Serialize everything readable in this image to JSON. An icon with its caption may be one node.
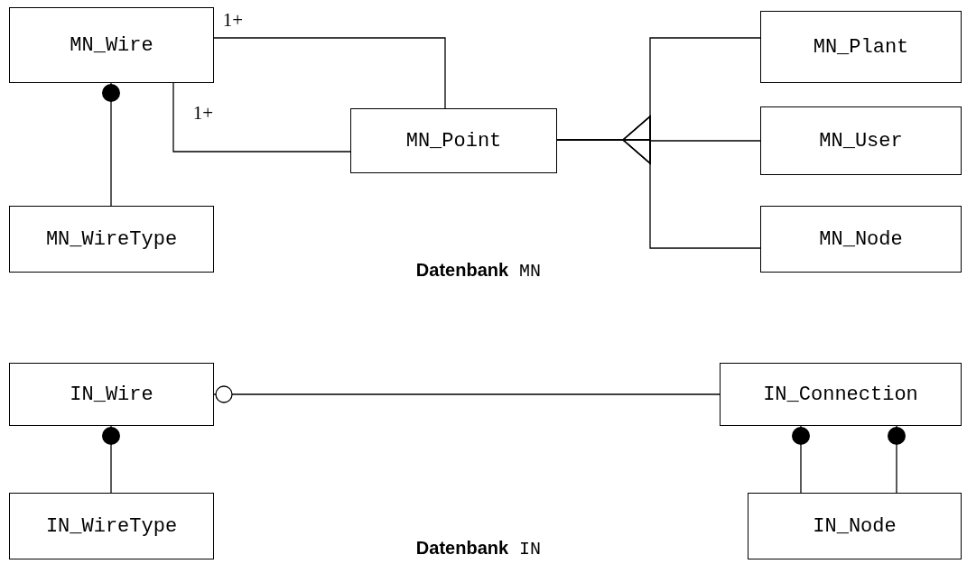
{
  "diagram": {
    "nodes": [
      {
        "text": [
          "MN_Wire"
        ]
      },
      {
        "text": [
          "MN_WireType"
        ]
      },
      {
        "text": [
          "MN_Point"
        ]
      },
      {
        "text": [
          "MN_Plant"
        ]
      },
      {
        "text": [
          "MN_User"
        ]
      },
      {
        "text": [
          "MN_Node"
        ]
      },
      {
        "text": [
          "IN_Wire"
        ]
      },
      {
        "text": [
          "IN_WireType"
        ]
      },
      {
        "text": [
          "IN_Connection"
        ]
      },
      {
        "text": [
          "IN_Node"
        ]
      }
    ],
    "edges": [
      {
        "from": 0,
        "to": 1,
        "arrow": "other"
      },
      {
        "from": 0,
        "to": 2,
        "arrow": "none",
        "label": "1+"
      },
      {
        "from": 0,
        "to": 2,
        "arrow": "none",
        "label": "1+"
      },
      {
        "from": 3,
        "to": 2,
        "arrow": "to"
      },
      {
        "from": 4,
        "to": 2,
        "arrow": "to"
      },
      {
        "from": 5,
        "to": 2,
        "arrow": "to"
      },
      {
        "from": 6,
        "to": 8,
        "arrow": "other"
      },
      {
        "from": 6,
        "to": 7,
        "arrow": "other"
      },
      {
        "from": 8,
        "to": 9,
        "arrow": "other"
      },
      {
        "from": 8,
        "to": 9,
        "arrow": "other"
      }
    ],
    "labels": [
      "**Datenbank** MN",
      "**Datenbank** IN"
    ]
  }
}
